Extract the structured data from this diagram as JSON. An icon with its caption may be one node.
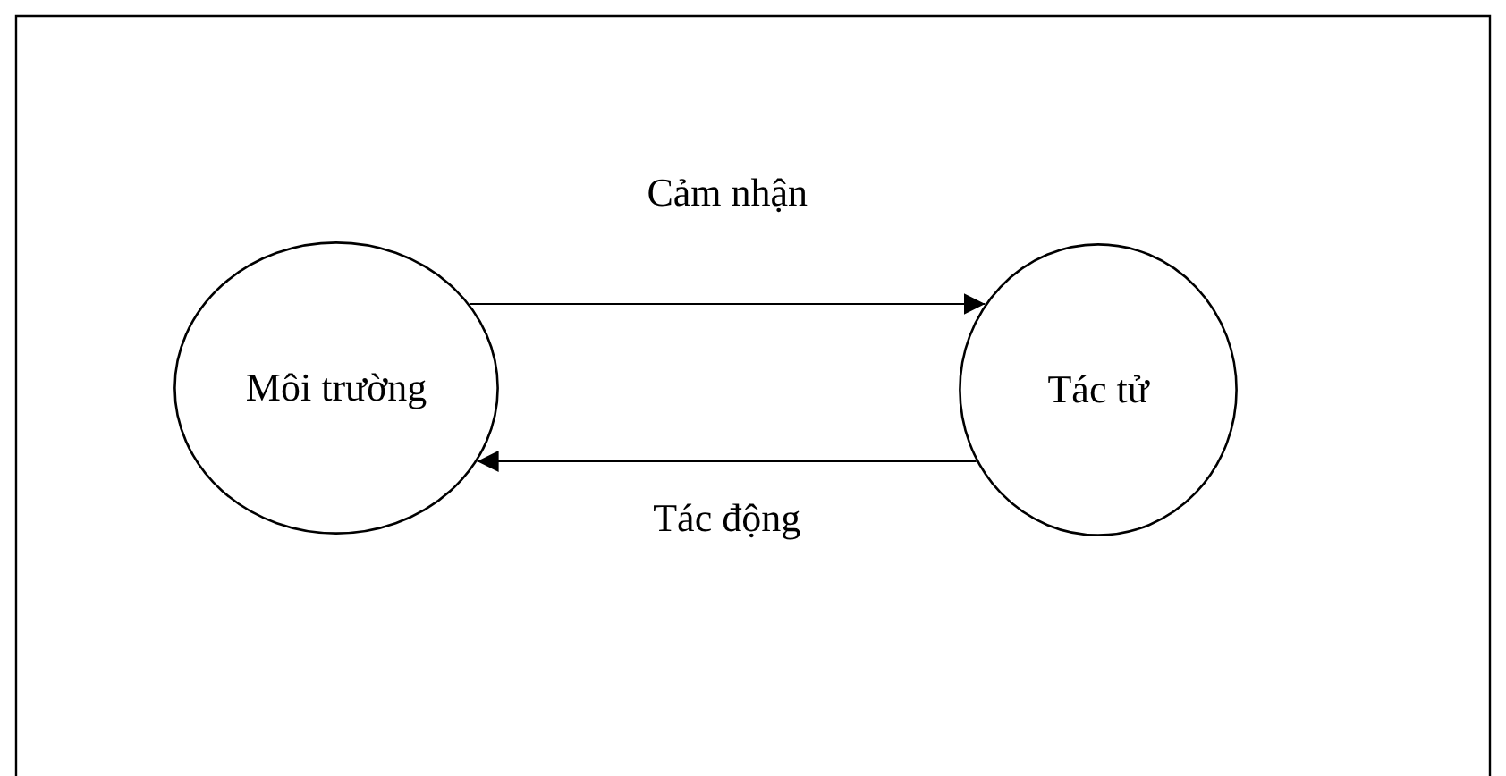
{
  "diagram": {
    "nodes": [
      {
        "text": [
          "Môi trường"
        ]
      },
      {
        "text": [
          "Tác tử"
        ]
      }
    ],
    "edges": [
      {
        "from": 0,
        "to": 1,
        "arrow": "to",
        "label": "Cảm nhận"
      },
      {
        "from": 1,
        "to": 0,
        "arrow": "to",
        "label": "Tác động"
      }
    ]
  }
}
